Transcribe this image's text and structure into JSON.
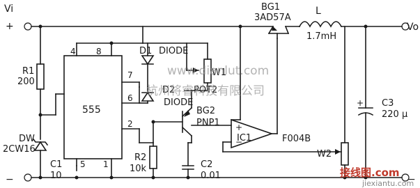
{
  "terminals": {
    "vi": "Vi",
    "vo": "Vo",
    "plus": "+",
    "minus": "−"
  },
  "components": {
    "r1": {
      "ref": "R1",
      "value": "200"
    },
    "dw": {
      "ref": "DW",
      "value": "2CW16"
    },
    "c1": {
      "ref": "C1",
      "value": "10"
    },
    "ic555": {
      "label": "555",
      "pins": [
        "4",
        "8",
        "7",
        "6",
        "2",
        "5",
        "1"
      ]
    },
    "d1": {
      "ref": "D1",
      "type": "DIODE"
    },
    "d2": {
      "ref": "D2",
      "type": "DIODE"
    },
    "w1": {
      "ref": "W1"
    },
    "pot2": {
      "ref": "POT2"
    },
    "r2": {
      "ref": "R2",
      "value": "10k"
    },
    "c2": {
      "ref": "C2",
      "value": "0.01"
    },
    "bg2": {
      "ref": "BG2",
      "type": "PNP1"
    },
    "bg1": {
      "ref": "BG1",
      "type": "3AD57A"
    },
    "l": {
      "ref": "L",
      "value": "1.7mH"
    },
    "ic1": {
      "ref": "IC1",
      "part": "F004B",
      "inv": "−",
      "noninv": "+"
    },
    "w2": {
      "ref": "W2"
    },
    "c3": {
      "ref": "C3",
      "value": "220 μ"
    }
  },
  "watermarks": {
    "center": "www.dianlut.com",
    "cn": "杭州将睿科技有限公司",
    "corner_logo": "接线图.com",
    "corner_small": "jiexiantu.com"
  }
}
